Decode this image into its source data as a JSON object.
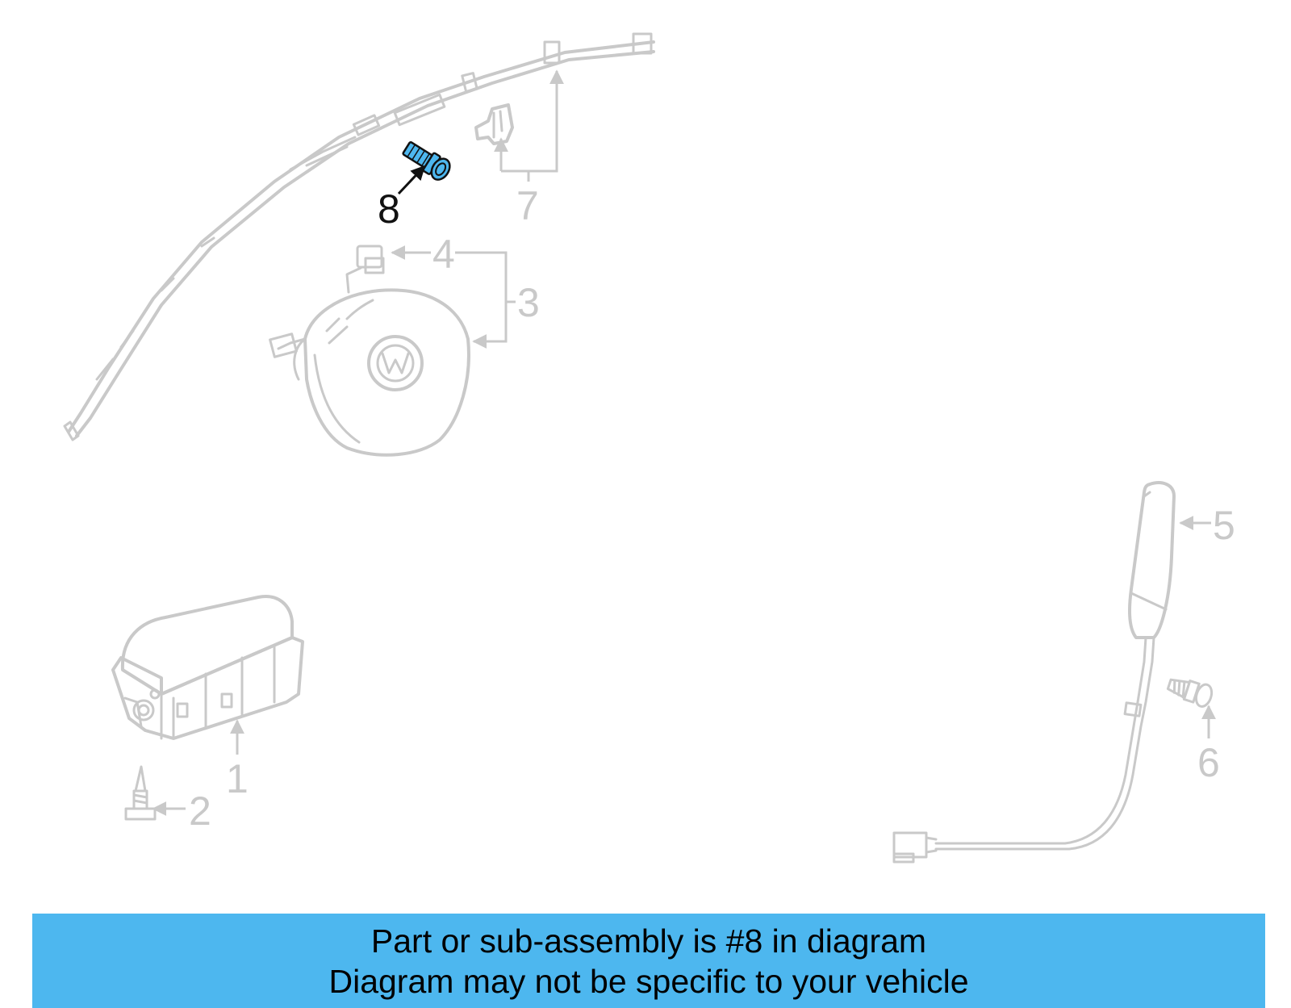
{
  "diagram": {
    "callouts": [
      "1",
      "2",
      "3",
      "4",
      "5",
      "6",
      "7",
      "8"
    ],
    "highlighted_part": "8",
    "colors": {
      "highlight_fill": "#4db7ef",
      "highlight_label": "#111111",
      "parts_line": "#c9c9c9",
      "banner_background": "#4db7ef"
    },
    "parts": [
      {
        "id": "1",
        "icon": "passenger-airbag-module-icon"
      },
      {
        "id": "2",
        "icon": "screw-icon"
      },
      {
        "id": "3",
        "icon": "steering-wheel-airbag-icon"
      },
      {
        "id": "4",
        "icon": "connector-icon"
      },
      {
        "id": "5",
        "icon": "side-airbag-icon"
      },
      {
        "id": "6",
        "icon": "bolt-icon"
      },
      {
        "id": "7",
        "icon": "curtain-airbag-bracket-icon"
      },
      {
        "id": "8",
        "icon": "bolt-icon"
      }
    ]
  },
  "banner": {
    "line1": "Part or sub-assembly is #8 in diagram",
    "line2": "Diagram may not be specific to your vehicle"
  }
}
